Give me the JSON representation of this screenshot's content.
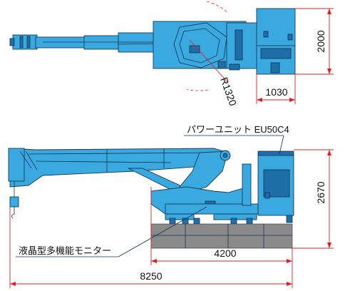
{
  "dimensions": {
    "top_height": "2000",
    "top_width": "1030",
    "radius": "R1320",
    "side_height": "2670",
    "outrigger_span": "4200",
    "total_length": "8250"
  },
  "labels": {
    "power_unit": "パワーユニット EU50C4",
    "lcd_monitor": "液晶型多機能モニター"
  },
  "colors": {
    "crane_body": "#3aa9e0",
    "dimension_line": "#e02020",
    "outline": "#15324e",
    "pad": "#8a8a8a"
  }
}
